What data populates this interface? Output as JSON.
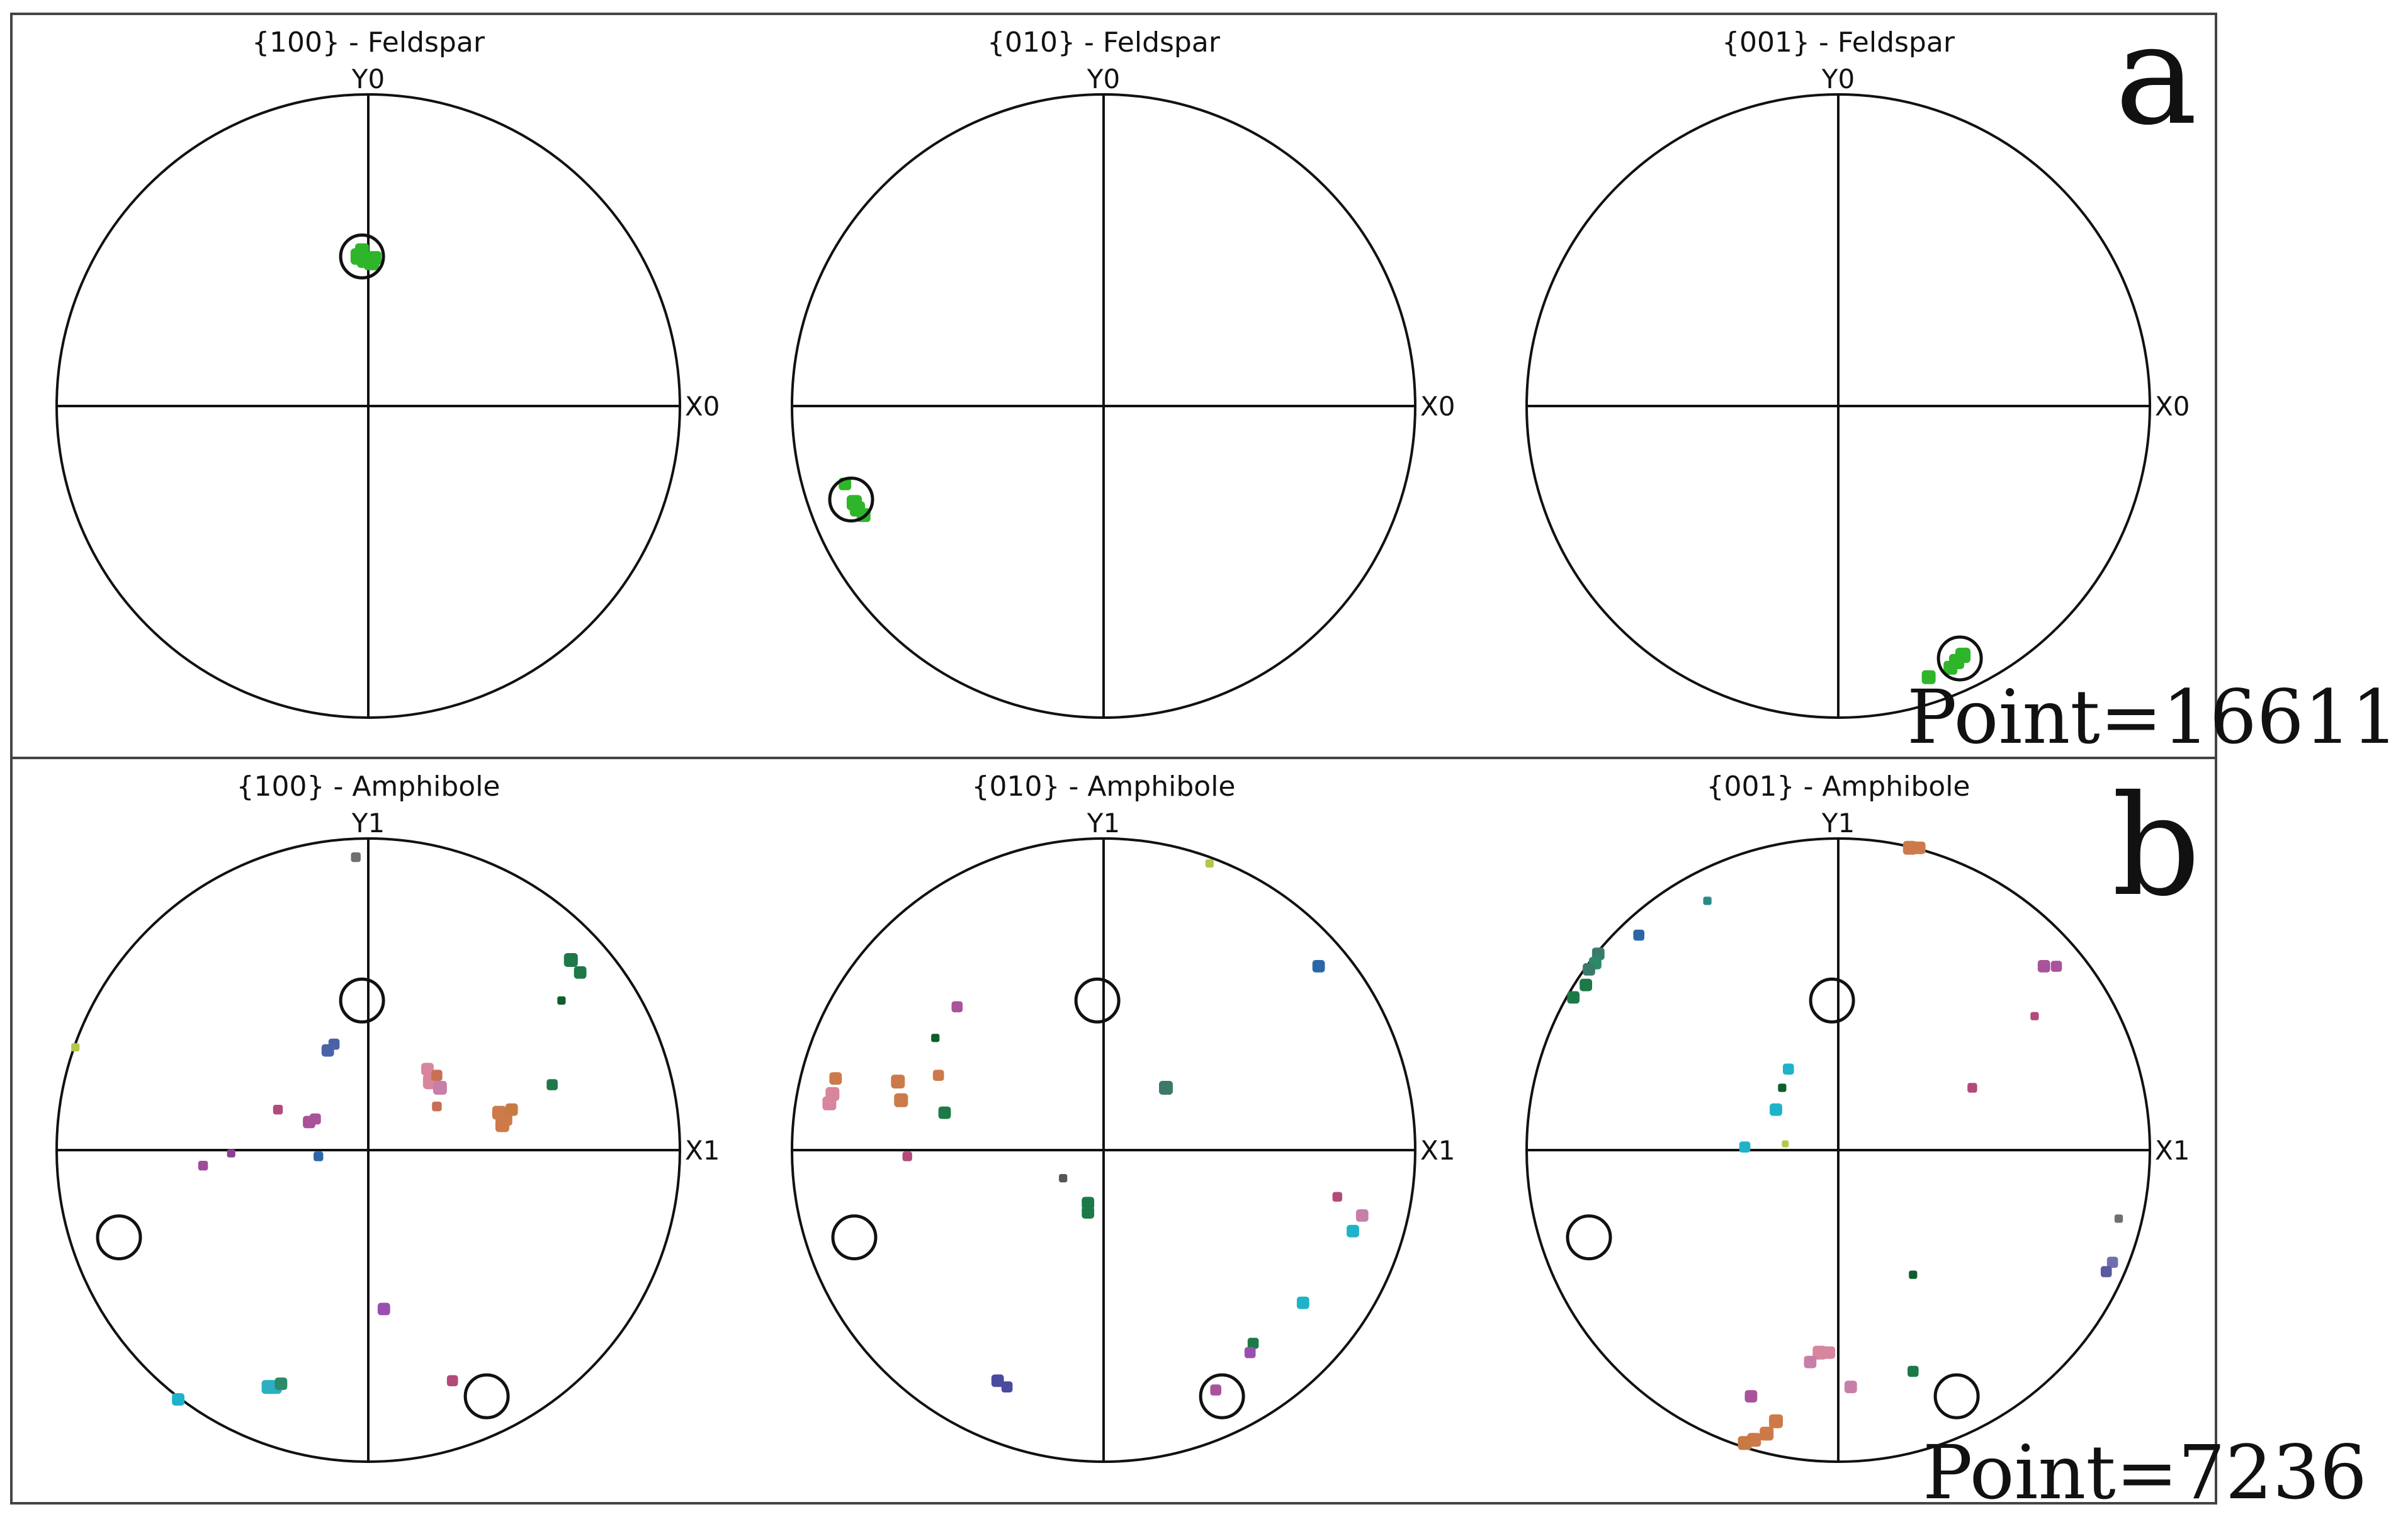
{
  "figure": {
    "panels": [
      {
        "letter": "a",
        "point_label": "Point=16611",
        "axis_y": "Y0",
        "axis_x": "X0",
        "nets": [
          {
            "title": "{100} - Feldspar",
            "markers": [
              [
                -0.02,
                0.48
              ]
            ],
            "points": [
              {
                "x": -0.03,
                "y": 0.48,
                "color": "#2fb52a",
                "size": 1.2
              },
              {
                "x": -0.01,
                "y": 0.47,
                "color": "#2fb52a",
                "size": 1.2
              },
              {
                "x": 0.01,
                "y": 0.46,
                "color": "#2fb52a",
                "size": 1.1
              },
              {
                "x": -0.02,
                "y": 0.5,
                "color": "#2fb52a",
                "size": 1.0
              },
              {
                "x": 0.02,
                "y": 0.475,
                "color": "#2fb52a",
                "size": 1.0
              }
            ]
          },
          {
            "title": "{010} - Feldspar",
            "markers": [
              [
                -0.81,
                -0.3
              ]
            ],
            "points": [
              {
                "x": -0.83,
                "y": -0.25,
                "color": "#2fb52a",
                "size": 0.9
              },
              {
                "x": -0.8,
                "y": -0.31,
                "color": "#2fb52a",
                "size": 1.1
              },
              {
                "x": -0.79,
                "y": -0.33,
                "color": "#2fb52a",
                "size": 1.1
              },
              {
                "x": -0.77,
                "y": -0.35,
                "color": "#2fb52a",
                "size": 1.0
              }
            ]
          },
          {
            "title": "{001} - Feldspar",
            "markers": [
              [
                0.39,
                -0.81
              ]
            ],
            "points": [
              {
                "x": 0.38,
                "y": -0.82,
                "color": "#2fb52a",
                "size": 1.1
              },
              {
                "x": 0.4,
                "y": -0.8,
                "color": "#2fb52a",
                "size": 1.1
              },
              {
                "x": 0.36,
                "y": -0.84,
                "color": "#2fb52a",
                "size": 1.0
              },
              {
                "x": 0.29,
                "y": -0.87,
                "color": "#2fb52a",
                "size": 1.0
              }
            ]
          }
        ]
      },
      {
        "letter": "b",
        "point_label": "Point=7236",
        "axis_y": "Y1",
        "axis_x": "X1",
        "nets": [
          {
            "title": "{100} - Amphibole",
            "markers": [
              [
                -0.02,
                0.48
              ],
              [
                -0.8,
                -0.28
              ],
              [
                0.38,
                -0.79
              ]
            ],
            "points": [
              {
                "x": -0.04,
                "y": 0.94,
                "color": "#6f6f6f",
                "size": 0.7
              },
              {
                "x": -0.94,
                "y": 0.33,
                "color": "#b3c84a",
                "size": 0.6
              },
              {
                "x": 0.65,
                "y": 0.61,
                "color": "#1d7a48",
                "size": 1.0
              },
              {
                "x": 0.68,
                "y": 0.57,
                "color": "#1d7a48",
                "size": 0.9
              },
              {
                "x": 0.62,
                "y": 0.48,
                "color": "#0f5e2d",
                "size": 0.6
              },
              {
                "x": 0.59,
                "y": 0.21,
                "color": "#1d7a48",
                "size": 0.8
              },
              {
                "x": -0.13,
                "y": 0.32,
                "color": "#4a62a8",
                "size": 0.9
              },
              {
                "x": -0.11,
                "y": 0.34,
                "color": "#4a62a8",
                "size": 0.8
              },
              {
                "x": 0.19,
                "y": 0.26,
                "color": "#d8859e",
                "size": 0.9
              },
              {
                "x": 0.2,
                "y": 0.22,
                "color": "#d8859e",
                "size": 1.1
              },
              {
                "x": 0.23,
                "y": 0.2,
                "color": "#c77fa9",
                "size": 1.0
              },
              {
                "x": 0.22,
                "y": 0.24,
                "color": "#c96f55",
                "size": 0.8
              },
              {
                "x": 0.22,
                "y": 0.14,
                "color": "#c96f55",
                "size": 0.7
              },
              {
                "x": 0.42,
                "y": 0.12,
                "color": "#cd7a4a",
                "size": 1.0
              },
              {
                "x": 0.44,
                "y": 0.1,
                "color": "#cd7a4a",
                "size": 1.0
              },
              {
                "x": 0.43,
                "y": 0.08,
                "color": "#cd7a4a",
                "size": 1.0
              },
              {
                "x": 0.46,
                "y": 0.13,
                "color": "#c77a44",
                "size": 0.9
              },
              {
                "x": -0.29,
                "y": 0.13,
                "color": "#b44a7a",
                "size": 0.7
              },
              {
                "x": -0.19,
                "y": 0.09,
                "color": "#a9539b",
                "size": 0.9
              },
              {
                "x": -0.17,
                "y": 0.1,
                "color": "#a9539b",
                "size": 0.8
              },
              {
                "x": -0.44,
                "y": -0.01,
                "color": "#8a3f8f",
                "size": 0.6
              },
              {
                "x": -0.53,
                "y": -0.05,
                "color": "#a04a9a",
                "size": 0.7
              },
              {
                "x": -0.16,
                "y": -0.02,
                "color": "#2b67a8",
                "size": 0.7
              },
              {
                "x": 0.05,
                "y": -0.51,
                "color": "#9a4fb0",
                "size": 0.9
              },
              {
                "x": 0.27,
                "y": -0.74,
                "color": "#b44a7a",
                "size": 0.8
              },
              {
                "x": -0.3,
                "y": -0.76,
                "color": "#2ab0c0",
                "size": 1.0
              },
              {
                "x": -0.32,
                "y": -0.76,
                "color": "#2ab0c0",
                "size": 1.0
              },
              {
                "x": -0.28,
                "y": -0.75,
                "color": "#2a8a6a",
                "size": 0.9
              },
              {
                "x": -0.61,
                "y": -0.8,
                "color": "#1eb3c8",
                "size": 0.9
              }
            ]
          },
          {
            "title": "{010} - Amphibole",
            "markers": [
              [
                -0.02,
                0.48
              ],
              [
                -0.8,
                -0.28
              ],
              [
                0.38,
                -0.79
              ]
            ],
            "points": [
              {
                "x": 0.34,
                "y": 0.92,
                "color": "#b3c84a",
                "size": 0.6
              },
              {
                "x": 0.69,
                "y": 0.59,
                "color": "#2b67a8",
                "size": 0.9
              },
              {
                "x": -0.47,
                "y": 0.46,
                "color": "#a9539b",
                "size": 0.8
              },
              {
                "x": -0.54,
                "y": 0.36,
                "color": "#0f5e2d",
                "size": 0.6
              },
              {
                "x": -0.53,
                "y": 0.24,
                "color": "#cd7a4a",
                "size": 0.8
              },
              {
                "x": -0.66,
                "y": 0.22,
                "color": "#cd7a4a",
                "size": 1.0
              },
              {
                "x": -0.65,
                "y": 0.16,
                "color": "#cd7a4a",
                "size": 1.0
              },
              {
                "x": -0.86,
                "y": 0.23,
                "color": "#cd7a4a",
                "size": 0.9
              },
              {
                "x": -0.87,
                "y": 0.18,
                "color": "#d8859e",
                "size": 1.0
              },
              {
                "x": -0.88,
                "y": 0.15,
                "color": "#d8859e",
                "size": 1.0
              },
              {
                "x": -0.51,
                "y": 0.12,
                "color": "#1d7a48",
                "size": 0.9
              },
              {
                "x": 0.2,
                "y": 0.2,
                "color": "#3b7a6a",
                "size": 1.0
              },
              {
                "x": -0.63,
                "y": -0.02,
                "color": "#b44a7a",
                "size": 0.7
              },
              {
                "x": -0.13,
                "y": -0.09,
                "color": "#555555",
                "size": 0.6
              },
              {
                "x": -0.05,
                "y": -0.17,
                "color": "#1d7a48",
                "size": 0.9
              },
              {
                "x": -0.05,
                "y": -0.2,
                "color": "#1d7a48",
                "size": 0.9
              },
              {
                "x": 0.75,
                "y": -0.15,
                "color": "#b44a7a",
                "size": 0.7
              },
              {
                "x": 0.83,
                "y": -0.21,
                "color": "#c77fa9",
                "size": 0.9
              },
              {
                "x": 0.8,
                "y": -0.26,
                "color": "#1eb3c8",
                "size": 0.9
              },
              {
                "x": 0.64,
                "y": -0.49,
                "color": "#1eb3c8",
                "size": 0.9
              },
              {
                "x": 0.48,
                "y": -0.62,
                "color": "#1d7a48",
                "size": 0.8
              },
              {
                "x": 0.47,
                "y": -0.65,
                "color": "#9a4fb0",
                "size": 0.8
              },
              {
                "x": -0.34,
                "y": -0.74,
                "color": "#4a4a9e",
                "size": 0.9
              },
              {
                "x": -0.31,
                "y": -0.76,
                "color": "#4a4a9e",
                "size": 0.8
              },
              {
                "x": 0.36,
                "y": -0.77,
                "color": "#a9539b",
                "size": 0.8
              }
            ]
          },
          {
            "title": "{001} - Amphibole",
            "markers": [
              [
                -0.02,
                0.48
              ],
              [
                -0.8,
                -0.28
              ],
              [
                0.38,
                -0.79
              ]
            ],
            "points": [
              {
                "x": 0.23,
                "y": 0.97,
                "color": "#cd7a4a",
                "size": 1.0
              },
              {
                "x": 0.26,
                "y": 0.97,
                "color": "#cd7a4a",
                "size": 0.9
              },
              {
                "x": -0.42,
                "y": 0.8,
                "color": "#2a8a8a",
                "size": 0.6
              },
              {
                "x": -0.64,
                "y": 0.69,
                "color": "#2b67a8",
                "size": 0.8
              },
              {
                "x": -0.77,
                "y": 0.63,
                "color": "#3b7a6a",
                "size": 0.9
              },
              {
                "x": -0.78,
                "y": 0.6,
                "color": "#2a8a6a",
                "size": 0.9
              },
              {
                "x": -0.8,
                "y": 0.58,
                "color": "#3b7a6a",
                "size": 0.9
              },
              {
                "x": -0.81,
                "y": 0.53,
                "color": "#1d7a48",
                "size": 0.9
              },
              {
                "x": -0.85,
                "y": 0.49,
                "color": "#1d7a48",
                "size": 0.9
              },
              {
                "x": 0.66,
                "y": 0.59,
                "color": "#a9539b",
                "size": 0.9
              },
              {
                "x": 0.7,
                "y": 0.59,
                "color": "#a9539b",
                "size": 0.8
              },
              {
                "x": 0.63,
                "y": 0.43,
                "color": "#b44a7a",
                "size": 0.6
              },
              {
                "x": -0.16,
                "y": 0.26,
                "color": "#1eb3c8",
                "size": 0.8
              },
              {
                "x": -0.18,
                "y": 0.2,
                "color": "#0f5e2d",
                "size": 0.6
              },
              {
                "x": -0.2,
                "y": 0.13,
                "color": "#1eb3c8",
                "size": 0.9
              },
              {
                "x": 0.43,
                "y": 0.2,
                "color": "#b44a7a",
                "size": 0.7
              },
              {
                "x": -0.3,
                "y": 0.01,
                "color": "#1eb3c8",
                "size": 0.8
              },
              {
                "x": -0.17,
                "y": 0.02,
                "color": "#b3c84a",
                "size": 0.5
              },
              {
                "x": 0.9,
                "y": -0.22,
                "color": "#6f6f6f",
                "size": 0.6
              },
              {
                "x": 0.88,
                "y": -0.36,
                "color": "#6f6fb0",
                "size": 0.8
              },
              {
                "x": 0.86,
                "y": -0.39,
                "color": "#5a5a9e",
                "size": 0.8
              },
              {
                "x": 0.24,
                "y": -0.4,
                "color": "#0f5e2d",
                "size": 0.6
              },
              {
                "x": -0.06,
                "y": -0.65,
                "color": "#d8859e",
                "size": 1.0
              },
              {
                "x": -0.03,
                "y": -0.65,
                "color": "#d8859e",
                "size": 0.9
              },
              {
                "x": -0.09,
                "y": -0.68,
                "color": "#c77fa9",
                "size": 0.9
              },
              {
                "x": 0.04,
                "y": -0.76,
                "color": "#c77fa9",
                "size": 0.9
              },
              {
                "x": 0.24,
                "y": -0.71,
                "color": "#1d7a48",
                "size": 0.8
              },
              {
                "x": -0.28,
                "y": -0.79,
                "color": "#a9539b",
                "size": 0.9
              },
              {
                "x": -0.2,
                "y": -0.87,
                "color": "#cd7a4a",
                "size": 1.0
              },
              {
                "x": -0.23,
                "y": -0.91,
                "color": "#cd7a4a",
                "size": 1.0
              },
              {
                "x": -0.27,
                "y": -0.93,
                "color": "#cd7a4a",
                "size": 1.0
              },
              {
                "x": -0.3,
                "y": -0.94,
                "color": "#c77a44",
                "size": 1.0
              }
            ]
          }
        ]
      }
    ]
  }
}
